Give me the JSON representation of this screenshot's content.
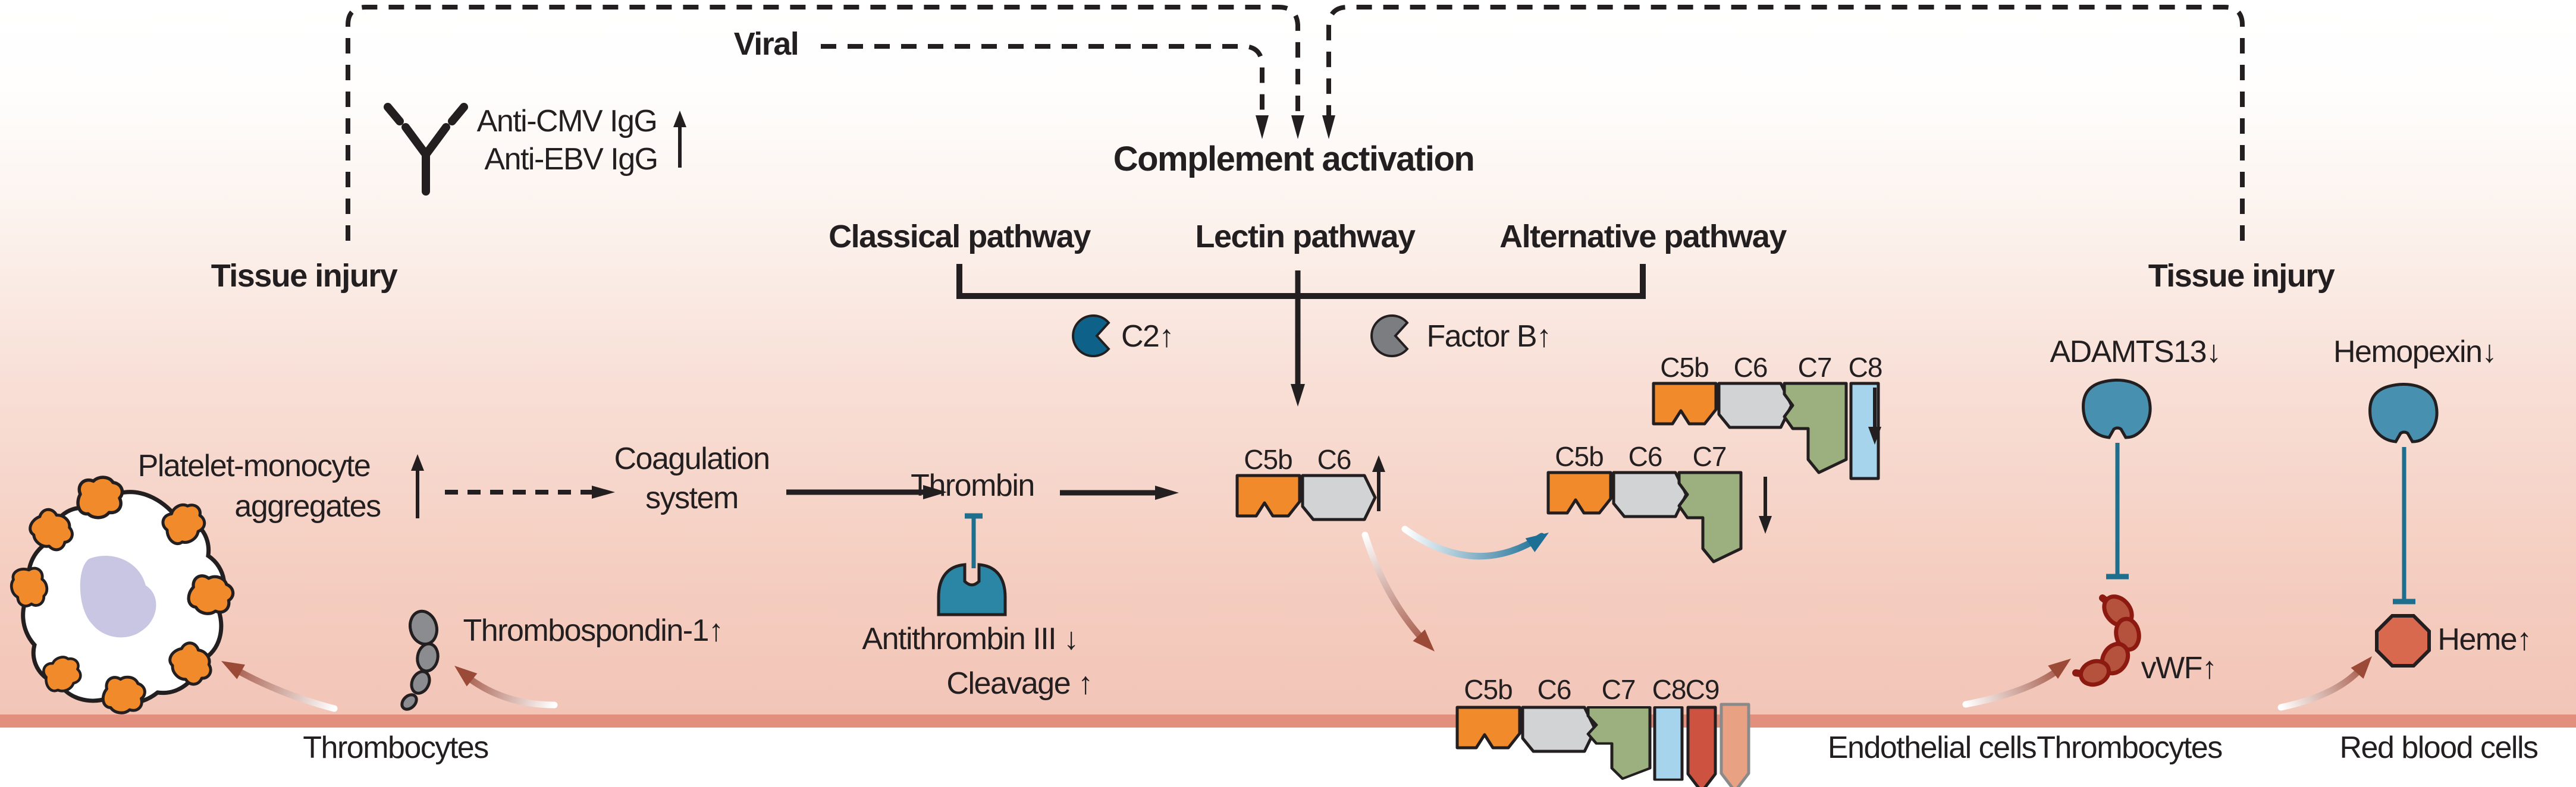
{
  "top": {
    "viral": "Viral",
    "tissue_injury_left": "Tissue injury",
    "tissue_injury_right": "Tissue injury",
    "antibody_line1": "Anti-CMV IgG",
    "antibody_line2": "Anti-EBV IgG"
  },
  "complement": {
    "title": "Complement activation",
    "classical": "Classical pathway",
    "lectin": "Lectin pathway",
    "alternative": "Alternative pathway",
    "c2": "C2↑",
    "factor_b": "Factor B↑"
  },
  "coagulation": {
    "aggregates_line1": "Platelet-monocyte",
    "aggregates_line2": "aggregates",
    "system_line1": "Coagulation",
    "system_line2": "system",
    "thrombin": "Thrombin",
    "antithrombin": "Antithrombin III ↓",
    "cleavage": "Cleavage ↑",
    "thrombospondin": "Thrombospondin-1↑"
  },
  "complexes": {
    "mac1": {
      "c5b": "C5b",
      "c6": "C6"
    },
    "mac2": {
      "c5b": "C5b",
      "c6": "C6",
      "c7": "C7"
    },
    "mac3": {
      "c5b": "C5b",
      "c6": "C6",
      "c7": "C7",
      "c8": "C8"
    },
    "mac4": {
      "c5b": "C5b",
      "c6": "C6",
      "c7": "C7",
      "c8": "C8",
      "c9": "C9"
    }
  },
  "right": {
    "adamts13": "ADAMTS13↓",
    "hemopexin": "Hemopexin↓",
    "vwf": "vWF↑",
    "heme": "Heme↑"
  },
  "cells": {
    "thrombocytes_left": "Thrombocytes",
    "endothelial": "Endothelial cells",
    "thrombocytes_right": "Thrombocytes",
    "red_blood_cells": "Red blood cells"
  },
  "colors": {
    "membrane": "#e2907d",
    "text": "#231f20",
    "teal_line": "#1e6e8e",
    "antithrombin_fill": "#2b86a5",
    "enzyme_fill": "#4790b0",
    "c2_fill": "#0e6289",
    "factor_b_fill": "#7b7d80",
    "c5b_orange": "#f18a2b",
    "c6_gray": "#d2d3d5",
    "c7_green": "#9cb07f",
    "c8_blue": "#a5d4ec",
    "c9_red": "#cd5240",
    "pore_salmon": "#e9a183",
    "vwf_red": "#b5523e",
    "heme_red": "#d9694e",
    "arrow_brown": "#9c4a38",
    "arrow_blue": "#1e6f96",
    "nucleus_lavender": "#c9c6e3",
    "thrombospondin_gray": "#8a8c8f"
  }
}
